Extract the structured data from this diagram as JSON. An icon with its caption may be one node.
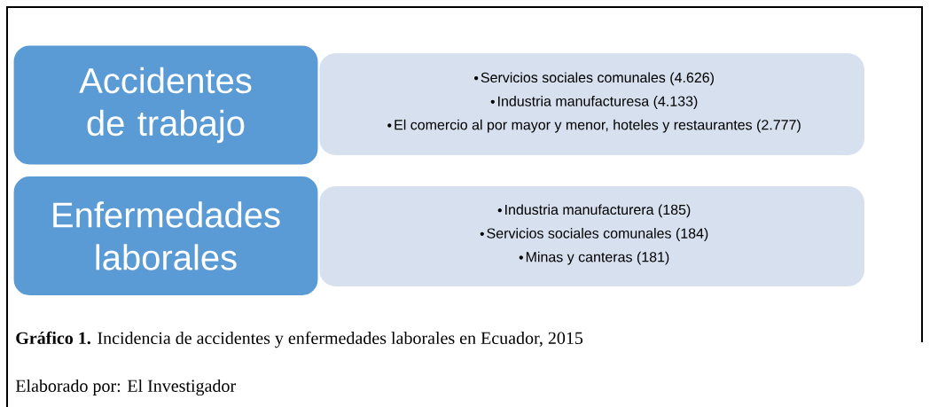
{
  "diagram": {
    "caption": "**Gráfico 1.** Incidencia de accidentes y enfermedades laborales en Ecuador, 2015",
    "nodes": [
      {
        "text": [
          "Accidentes de trabajo"
        ]
      },
      {
        "text": [
          "Servicios sociales comunales (4.626)",
          "Industria manufacturesa (4.133)",
          "El comercio al por mayor y menor, hoteles y restaurantes (2.777)"
        ]
      },
      {
        "text": [
          "Enfermedades laborales"
        ]
      },
      {
        "text": [
          "Industria manufacturera (185)",
          "Servicios sociales comunales (184)",
          "Minas y canteras (181)"
        ]
      }
    ],
    "labels": [
      "Elaborado por: El Investigador"
    ]
  }
}
